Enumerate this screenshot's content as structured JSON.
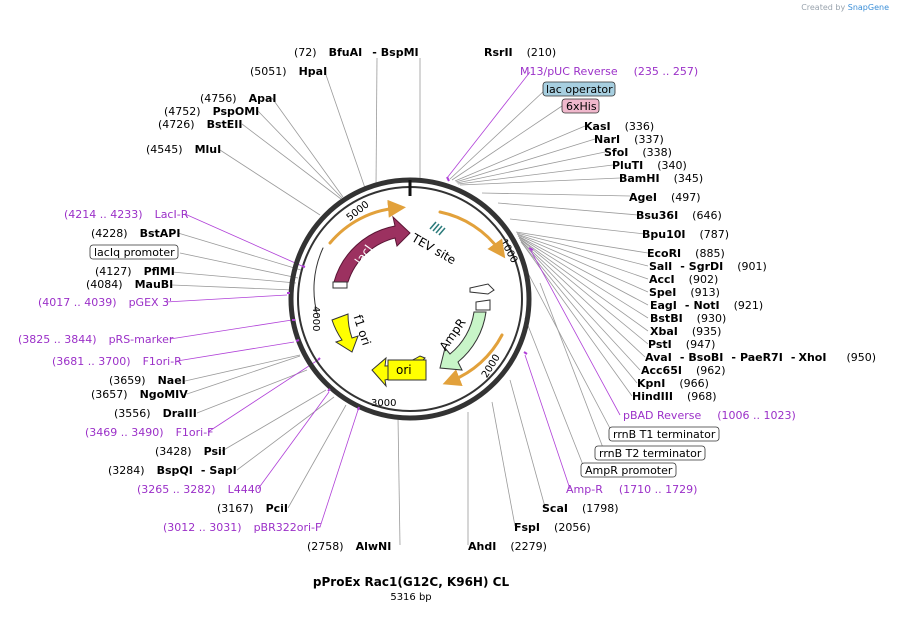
{
  "credit": {
    "prefix": "Created by",
    "brand": "SnapGene"
  },
  "plasmid": {
    "name": "pProEx Rac1(G12C, K96H) CL",
    "length": "5316 bp"
  },
  "ticks": [
    "5000",
    "1000",
    "2000",
    "3000",
    "4000"
  ],
  "features_on_map": {
    "laci": "lacI",
    "tev": "TEV site",
    "f1": "f1 ori",
    "ampr": "AmpR",
    "ori": "ori"
  },
  "labels_right": [
    {
      "pos": "(210)",
      "name": "RsrII"
    },
    {
      "name": "M13/pUC Reverse",
      "pos": "(235 .. 257)"
    },
    {
      "name": "lac operator"
    },
    {
      "name": "6xHis"
    },
    {
      "name": "KasI",
      "pos": "(336)"
    },
    {
      "name": "NarI",
      "pos": "(337)"
    },
    {
      "name": "SfoI",
      "pos": "(338)"
    },
    {
      "name": "PluTI",
      "pos": "(340)"
    },
    {
      "name": "BamHI",
      "pos": "(345)"
    },
    {
      "name": "AgeI",
      "pos": "(497)"
    },
    {
      "name": "Bsu36I",
      "pos": "(646)"
    },
    {
      "name": "Bpu10I",
      "pos": "(787)"
    },
    {
      "name": "EcoRI",
      "pos": "(885)"
    },
    {
      "name": "SalI",
      "name2": "SgrDI",
      "pos": "(901)"
    },
    {
      "name": "AccI",
      "pos": "(902)"
    },
    {
      "name": "SpeI",
      "pos": "(913)"
    },
    {
      "name": "EagI",
      "name2": "NotI",
      "pos": "(921)"
    },
    {
      "name": "BstBI",
      "pos": "(930)"
    },
    {
      "name": "XbaI",
      "pos": "(935)"
    },
    {
      "name": "PstI",
      "pos": "(947)"
    },
    {
      "name": "AvaI",
      "name2": "BsoBI",
      "name3": "PaeR7I",
      "name4": "XhoI",
      "pos": "(950)"
    },
    {
      "name": "Acc65I",
      "pos": "(962)"
    },
    {
      "name": "KpnI",
      "pos": "(966)"
    },
    {
      "name": "HindIII",
      "pos": "(968)"
    },
    {
      "name": "pBAD Reverse",
      "pos": "(1006 .. 1023)"
    },
    {
      "name": "rrnB T1 terminator"
    },
    {
      "name": "rrnB T2 terminator"
    },
    {
      "name": "AmpR promoter"
    },
    {
      "name": "Amp-R",
      "pos": "(1710 .. 1729)"
    },
    {
      "name": "ScaI",
      "pos": "(1798)"
    },
    {
      "name": "FspI",
      "pos": "(2056)"
    },
    {
      "name": "AhdI",
      "pos": "(2279)"
    }
  ],
  "labels_left": [
    {
      "pos": "(72)",
      "name": "BfuAI",
      "name2": "BspMI"
    },
    {
      "pos": "(5051)",
      "name": "HpaI"
    },
    {
      "pos": "(4756)",
      "name": "ApaI"
    },
    {
      "pos": "(4752)",
      "name": "PspOMI"
    },
    {
      "pos": "(4726)",
      "name": "BstEII"
    },
    {
      "pos": "(4545)",
      "name": "MluI"
    },
    {
      "pos": "(4214 .. 4233)",
      "name": "LacI-R"
    },
    {
      "pos": "(4228)",
      "name": "BstAPI"
    },
    {
      "name": "lacIq promoter"
    },
    {
      "pos": "(4127)",
      "name": "PflMI"
    },
    {
      "pos": "(4084)",
      "name": "MauBI"
    },
    {
      "pos": "(4017 .. 4039)",
      "name": "pGEX 3'"
    },
    {
      "pos": "(3825 .. 3844)",
      "name": "pRS-marker"
    },
    {
      "pos": "(3681 .. 3700)",
      "name": "F1ori-R"
    },
    {
      "pos": "(3659)",
      "name": "NaeI"
    },
    {
      "pos": "(3657)",
      "name": "NgoMIV"
    },
    {
      "pos": "(3556)",
      "name": "DraIII"
    },
    {
      "pos": "(3469 .. 3490)",
      "name": "F1ori-F"
    },
    {
      "pos": "(3428)",
      "name": "PsiI"
    },
    {
      "pos": "(3284)",
      "name": "BspQI",
      "name2": "SapI"
    },
    {
      "pos": "(3265 .. 3282)",
      "name": "L4440"
    },
    {
      "pos": "(3167)",
      "name": "PciI"
    },
    {
      "pos": "(3012 .. 3031)",
      "name": "pBR322ori-F"
    },
    {
      "pos": "(2758)",
      "name": "AlwNI"
    }
  ]
}
